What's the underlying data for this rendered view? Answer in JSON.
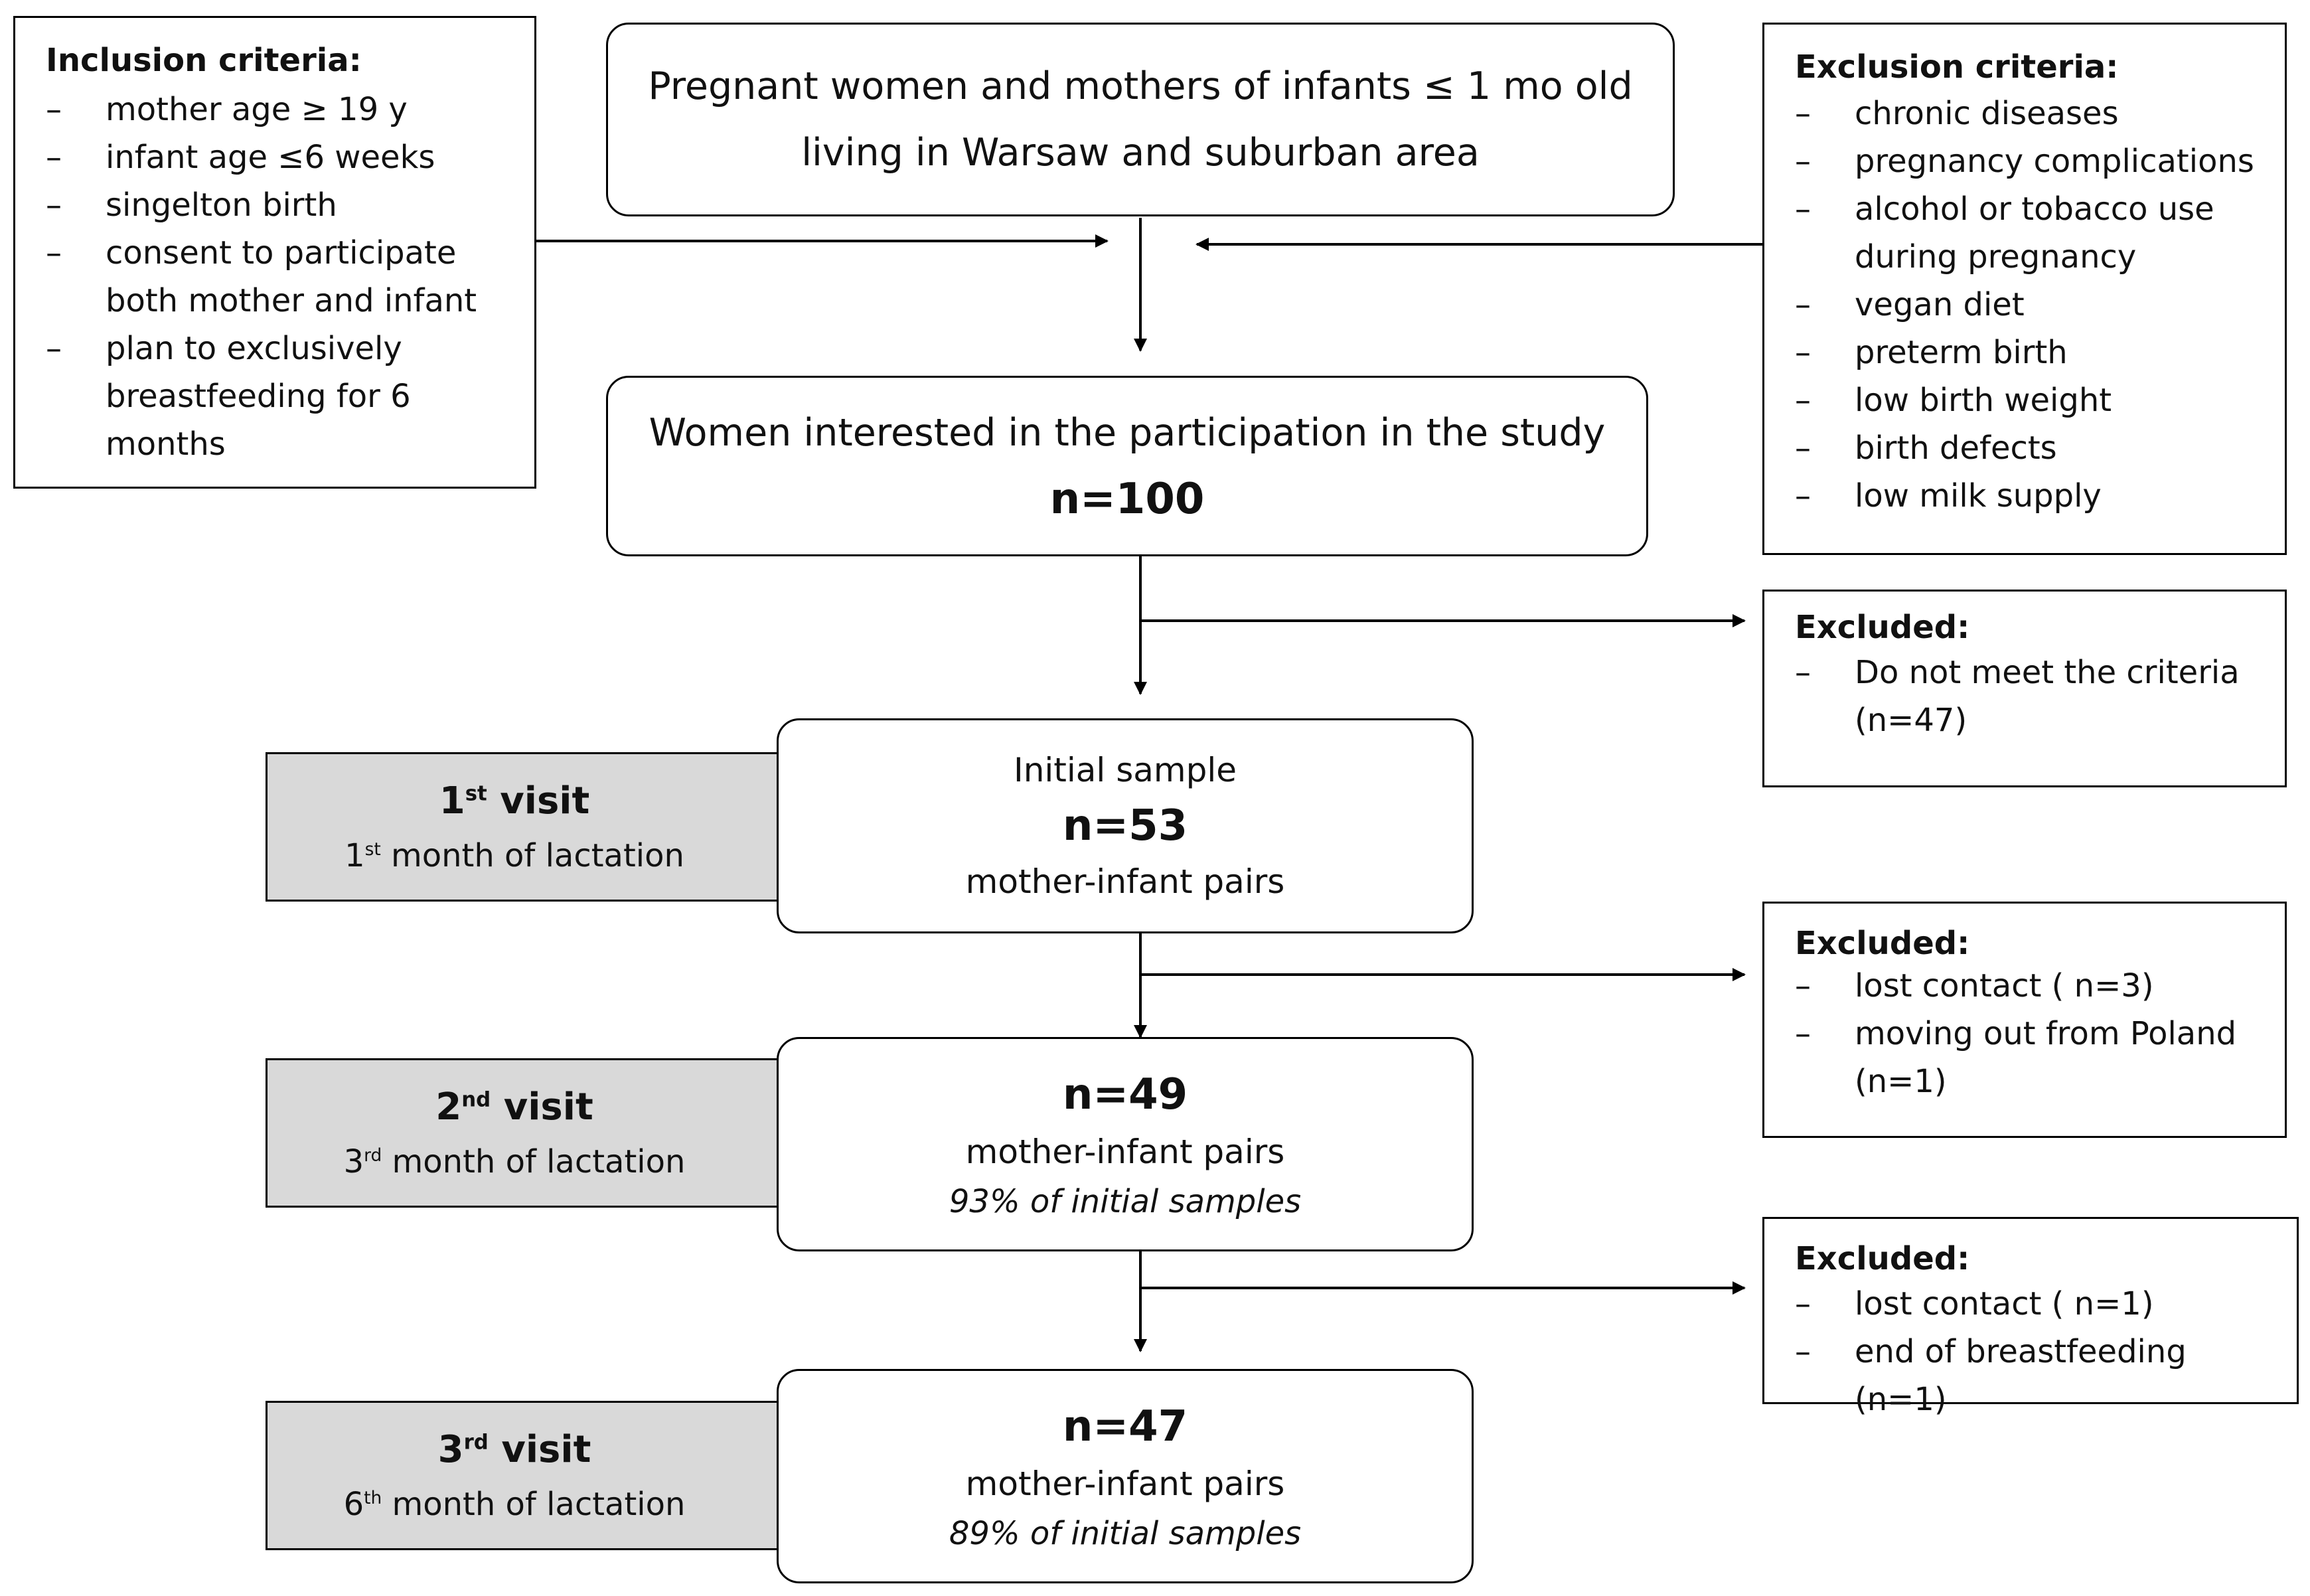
{
  "top_box": {
    "line1": "Pregnant women and mothers of infants ≤ 1 mo old",
    "line2": "living in Warsaw and suburban area"
  },
  "inclusion": {
    "title": "Inclusion criteria:",
    "items": [
      "mother age ≥  19 y",
      "infant age ≤6 weeks",
      "singelton birth",
      "consent to participate both mother and infant",
      "plan to exclusively breastfeeding for 6 months"
    ]
  },
  "exclusion": {
    "title": "Exclusion criteria:",
    "items": [
      "chronic diseases",
      "pregnancy complications",
      "alcohol or tobacco use during pregnancy",
      "vegan diet",
      "preterm birth",
      "low birth weight",
      "birth defects",
      "low milk supply"
    ]
  },
  "interested": {
    "label": "Women interested in the participation in the study",
    "n": "n=100"
  },
  "excluded_1": {
    "title": "Excluded:",
    "items": [
      "Do not meet the criteria (n=47)"
    ]
  },
  "excluded_2": {
    "title": "Excluded:",
    "items": [
      "lost contact ( n=3)",
      "moving out from Poland (n=1)"
    ]
  },
  "excluded_3": {
    "title": "Excluded:",
    "items": [
      "lost contact ( n=1)",
      "end of breastfeeding (n=1)"
    ]
  },
  "visit_1": {
    "num": "1",
    "sup": "st",
    "word": " visit",
    "sub_num": "1",
    "sub_sup": "st",
    "sub_text": " month of lactation"
  },
  "visit_2": {
    "num": "2",
    "sup": "nd",
    "word": " visit",
    "sub_num": "3",
    "sub_sup": "rd",
    "sub_text": " month of lactation"
  },
  "visit_3": {
    "num": "3",
    "sup": "rd",
    "word": " visit",
    "sub_num": "6",
    "sub_sup": "th",
    "sub_text": " month of lactation"
  },
  "sample_1": {
    "label": "Initial sample",
    "n": "n=53",
    "pairs": "mother-infant pairs"
  },
  "sample_2": {
    "n": "n=49",
    "pairs": "mother-infant pairs",
    "pct": "93% of initial samples"
  },
  "sample_3": {
    "n": "n=47",
    "pairs": "mother-infant pairs",
    "pct": "89% of initial samples"
  }
}
